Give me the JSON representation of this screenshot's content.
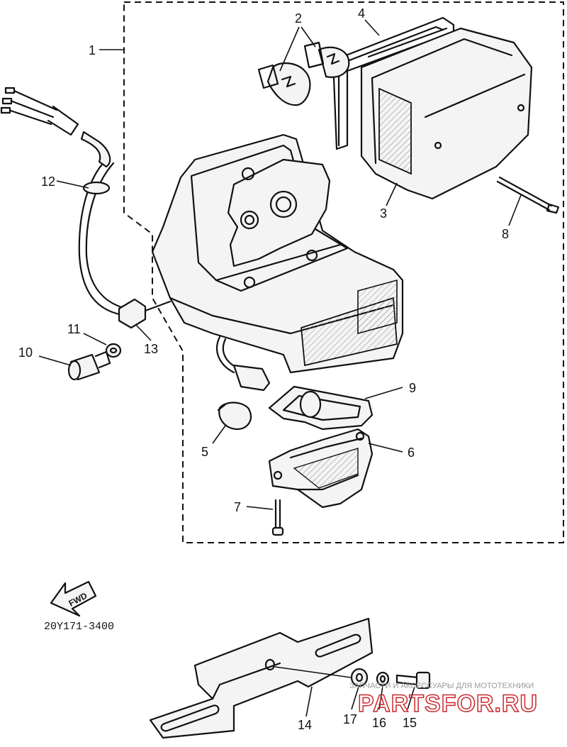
{
  "diagram": {
    "part_code": "20Y171-3400",
    "fwd_label": "FWD",
    "callouts": [
      "1",
      "2",
      "3",
      "4",
      "5",
      "6",
      "7",
      "8",
      "9",
      "10",
      "11",
      "12",
      "13",
      "14",
      "15",
      "16",
      "17"
    ],
    "watermark_top": "ЗАПЧАСТИ И АКСЕССУАРЫ ДЛЯ МОТОТЕХНИКИ",
    "watermark_logo": "PARTSFOR.RU",
    "watermark_color": "#c9282d"
  }
}
